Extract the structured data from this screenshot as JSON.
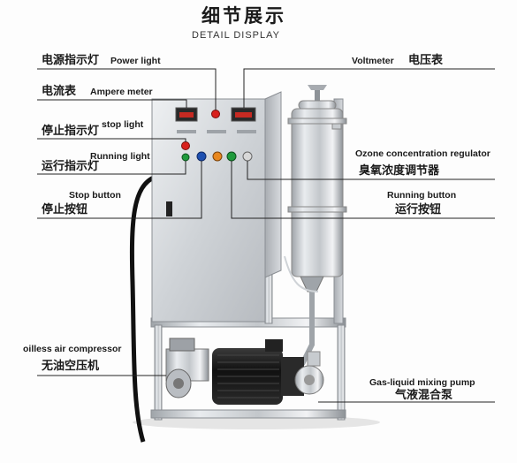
{
  "title": {
    "cn": "细节展示",
    "en": "DETAIL DISPLAY"
  },
  "labels": {
    "power_light": {
      "cn": "电源指示灯",
      "en": "Power light"
    },
    "ampere_meter": {
      "cn": "电流表",
      "en": "Ampere meter"
    },
    "stop_light": {
      "cn": "停止指示灯",
      "en": "stop light"
    },
    "running_light": {
      "cn": "运行指示灯",
      "en": "Running light"
    },
    "stop_button": {
      "cn": "停止按钮",
      "en": "Stop button"
    },
    "air_compressor": {
      "cn": "无油空压机",
      "en": "oilless air compressor"
    },
    "voltmeter": {
      "cn": "电压表",
      "en": "Voltmeter"
    },
    "ozone_regulator": {
      "cn": "臭氧浓度调节器",
      "en": "Ozone concentration regulator"
    },
    "running_button": {
      "cn": "运行按钮",
      "en": "Running button"
    },
    "mixing_pump": {
      "cn": "气液混合泵",
      "en": "Gas-liquid mixing pump"
    }
  },
  "colors": {
    "leader_line": "#222222",
    "steel_light": "#e4e7ea",
    "steel_dark": "#8c9095",
    "indicator_red": "#d8201c",
    "indicator_green": "#1f9a3c",
    "indicator_orange": "#e8871e",
    "motor": "#1d1d1d"
  }
}
